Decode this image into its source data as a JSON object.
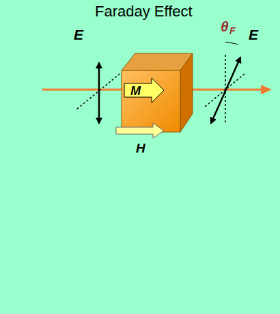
{
  "diagram": {
    "title": "Faraday Effect",
    "labels": [
      "E",
      "θ",
      "F",
      "E",
      "M",
      "H"
    ]
  }
}
